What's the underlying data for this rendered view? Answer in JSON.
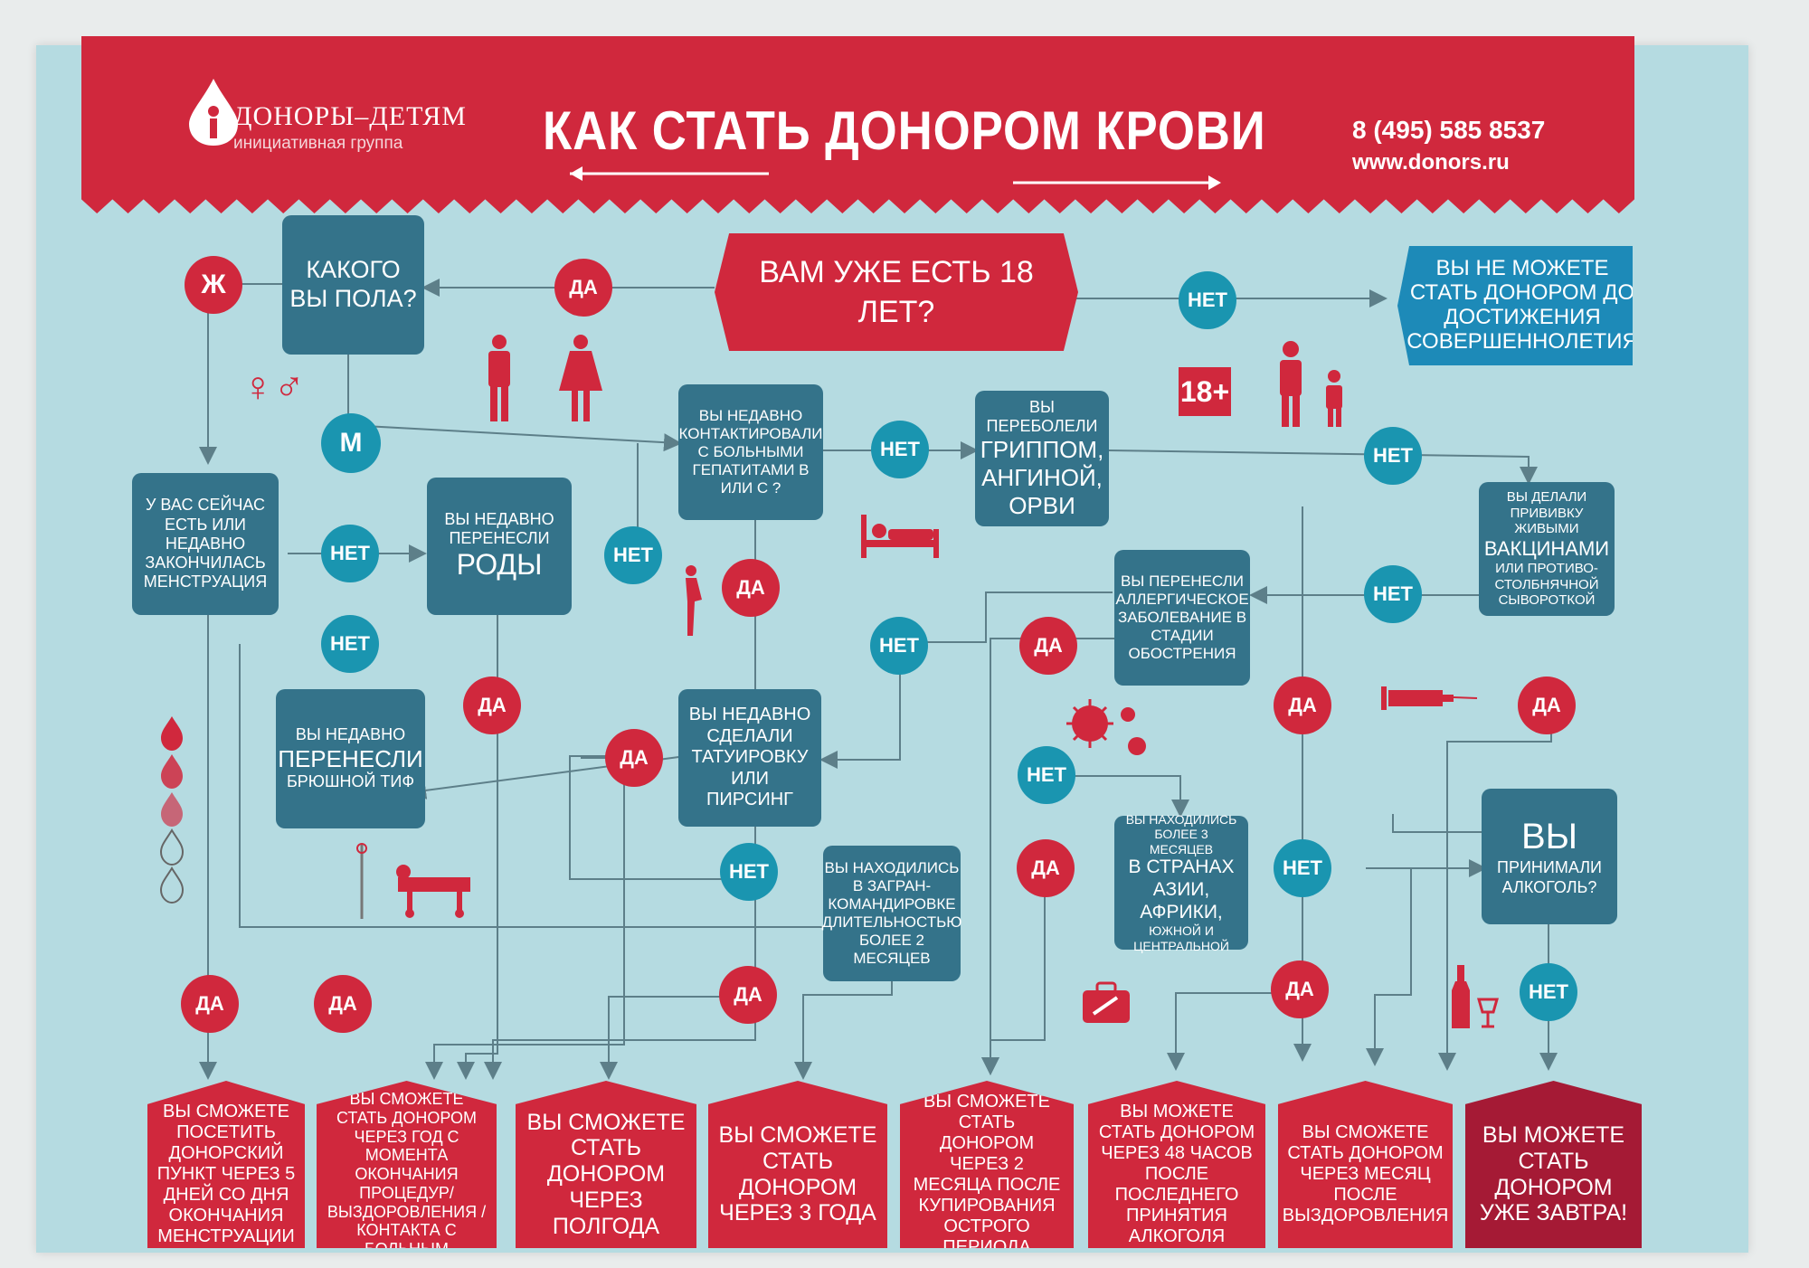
{
  "header": {
    "org_name": "ДОНОРЫ–ДЕТЯМ",
    "org_sub": "инициативная группа",
    "title": "КАК СТАТЬ ДОНОРОМ КРОВИ",
    "phone": "8 (495) 585 8537",
    "site": "www.donors.ru"
  },
  "nodes": {
    "age": "ВАМ УЖЕ ЕСТЬ 18 ЛЕТ?",
    "underage": "ВЫ НЕ МОЖЕТЕ СТАТЬ ДОНОРОМ ДО ДОСТИЖЕНИЯ СОВЕРШЕННОЛЕТИЯ",
    "gender": "КАКОГО ВЫ ПОЛА?",
    "menstruation": "У ВАС СЕЙЧАС ЕСТЬ ИЛИ НЕДАВНО ЗАКОНЧИЛАСЬ МЕНСТРУАЦИЯ",
    "birth_small": "ВЫ НЕДАВНО ПЕРЕНЕСЛИ",
    "birth_big": "РОДЫ",
    "hepatitis": "ВЫ НЕДАВНО КОНТАКТИРОВАЛИ С БОЛЬНЫМИ ГЕПАТИТАМИ В ИЛИ С ?",
    "flu_small": "ВЫ ПЕРЕБОЛЕЛИ",
    "flu_big": "ГРИППОМ, АНГИНОЙ, ОРВИ",
    "vaccine_small": "ВЫ ДЕЛАЛИ ПРИВИВКУ ЖИВЫМИ",
    "vaccine_big": "ВАКЦИНАМИ",
    "vaccine_small2": "ИЛИ ПРОТИВО-СТОЛБНЯЧНОЙ СЫВОРОТКОЙ",
    "typhoid_small": "ВЫ НЕДАВНО",
    "typhoid_big": "ПЕРЕНЕСЛИ",
    "typhoid_small2": "БРЮШНОЙ ТИФ",
    "tattoo": "ВЫ НЕДАВНО СДЕЛАЛИ ТАТУИРОВКУ ИЛИ ПИРСИНГ",
    "allergy": "ВЫ ПЕРЕНЕСЛИ АЛЛЕРГИЧЕСКОЕ ЗАБОЛЕВАНИЕ В СТАДИИ ОБОСТРЕНИЯ",
    "abroad": "ВЫ НАХОДИЛИСЬ В ЗАГРАН-КОМАНДИРОВКЕ ДЛИТЕЛЬНОСТЬЮ БОЛЕЕ 2 МЕСЯЦЕВ",
    "countries_small": "ВЫ НАХОДИЛИСЬ БОЛЕЕ 3 МЕСЯЦЕВ",
    "countries_big": "В СТРАНАХ АЗИИ, АФРИКИ,",
    "countries_small2": "ЮЖНОЙ И ЦЕНТРАЛЬНОЙ",
    "alcohol_big": "ВЫ",
    "alcohol_small": "ПРИНИМАЛИ АЛКОГОЛЬ?"
  },
  "labels": {
    "yes": "ДА",
    "no": "НЕТ",
    "female": "Ж",
    "male": "М",
    "age_badge": "18+"
  },
  "results": [
    "ВЫ СМОЖЕТЕ ПОСЕТИТЬ ДОНОРСКИЙ ПУНКТ ЧЕРЕЗ 5 ДНЕЙ СО ДНЯ ОКОНЧАНИЯ МЕНСТРУАЦИИ",
    "ВЫ СМОЖЕТЕ СТАТЬ ДОНОРОМ ЧЕРЕЗ ГОД С МОМЕНТА ОКОНЧАНИЯ ПРОЦЕДУР/ ВЫЗДОРОВЛЕНИЯ /КОНТАКТА С БОЛЬНЫМ",
    "ВЫ СМОЖЕТЕ СТАТЬ ДОНОРОМ ЧЕРЕЗ ПОЛГОДА",
    "ВЫ СМОЖЕТЕ СТАТЬ ДОНОРОМ ЧЕРЕЗ 3 ГОДА",
    "ВЫ СМОЖЕТЕ СТАТЬ ДОНОРОМ ЧЕРЕЗ 2 МЕСЯЦА ПОСЛЕ КУПИРОВАНИЯ ОСТРОГО ПЕРИОДА",
    "ВЫ МОЖЕТЕ СТАТЬ ДОНОРОМ ЧЕРЕЗ 48 ЧАСОВ ПОСЛЕ ПОСЛЕДНЕГО ПРИНЯТИЯ АЛКОГОЛЯ",
    "ВЫ СМОЖЕТЕ СТАТЬ ДОНОРОМ ЧЕРЕЗ МЕСЯЦ ПОСЛЕ ВЫЗДОРОВЛЕНИЯ",
    "ВЫ МОЖЕТЕ СТАТЬ ДОНОРОМ УЖЕ ЗАВТРА!"
  ],
  "colors": {
    "red": "#d0283d",
    "dark_red": "#a51a35",
    "teal": "#34738a",
    "cyan": "#1a95b0",
    "bg": "#b5dbe1"
  }
}
